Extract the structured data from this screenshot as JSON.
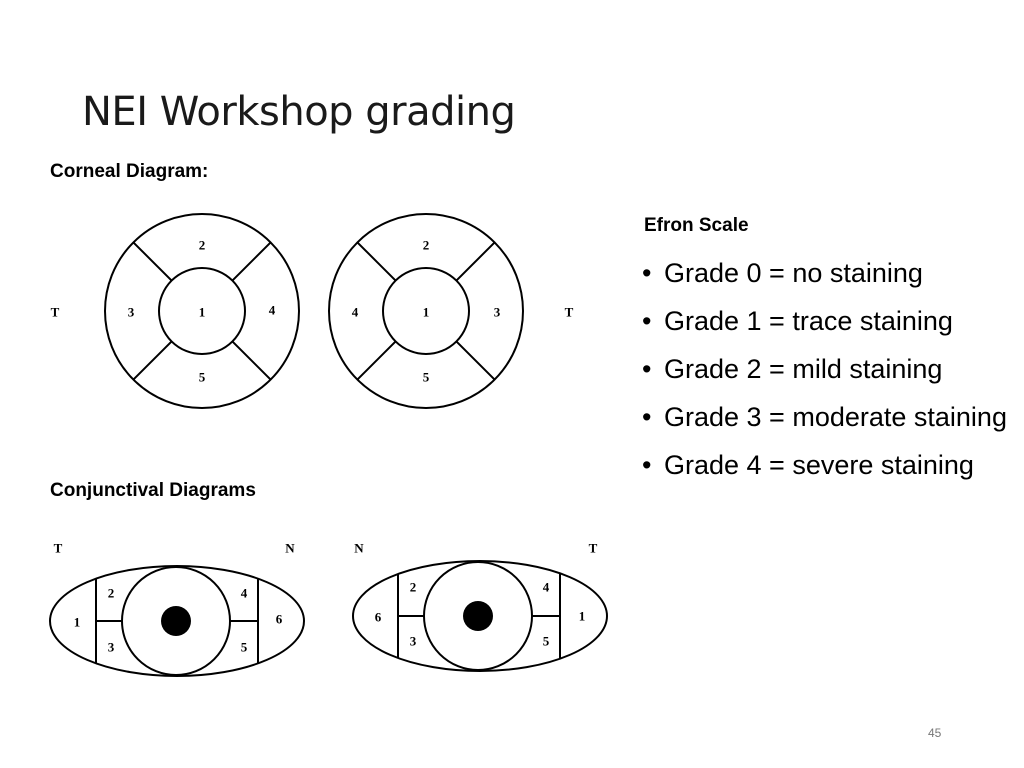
{
  "title": "NEI Workshop grading",
  "corneal": {
    "heading": "Corneal Diagram:",
    "left_eye": {
      "side_label": "T",
      "zones": [
        "1",
        "2",
        "3",
        "4",
        "5"
      ]
    },
    "right_eye": {
      "side_label": "T",
      "zones": [
        "1",
        "2",
        "4",
        "3",
        "5"
      ]
    }
  },
  "conjunctival": {
    "heading": "Conjunctival Diagrams",
    "left_eye": {
      "label_left": "T",
      "label_right": "N",
      "zones": [
        "1",
        "2",
        "3",
        "4",
        "5",
        "6"
      ]
    },
    "right_eye": {
      "label_left": "N",
      "label_right": "T",
      "zones": [
        "6",
        "2",
        "3",
        "4",
        "5",
        "1"
      ]
    }
  },
  "efron": {
    "title": "Efron Scale",
    "grades": [
      "Grade 0 = no staining",
      "Grade 1 = trace staining",
      "Grade 2 = mild staining",
      "Grade 3 = moderate staining",
      "Grade 4 = severe staining"
    ]
  },
  "page_number": "45"
}
